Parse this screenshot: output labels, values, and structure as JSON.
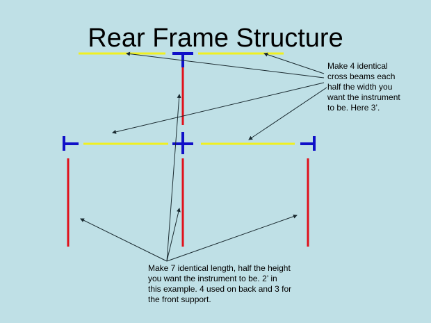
{
  "title": "Rear Frame Structure",
  "cross_beam_note": [
    "Make 4 identical",
    "cross beams each",
    "half the width you",
    "want the instrument",
    "to be.  Here 3’."
  ],
  "leg_note": [
    "Make 7 identical length, half the height",
    "you want the instrument to be.  2’ in",
    "this example.  4 used on back and 3 for",
    "the front support."
  ],
  "colors": {
    "background": "#bfe0e6",
    "beam": "#f0f020",
    "leg": "#e0101a",
    "joint": "#1010c8",
    "arrow": "#1a2a30"
  }
}
